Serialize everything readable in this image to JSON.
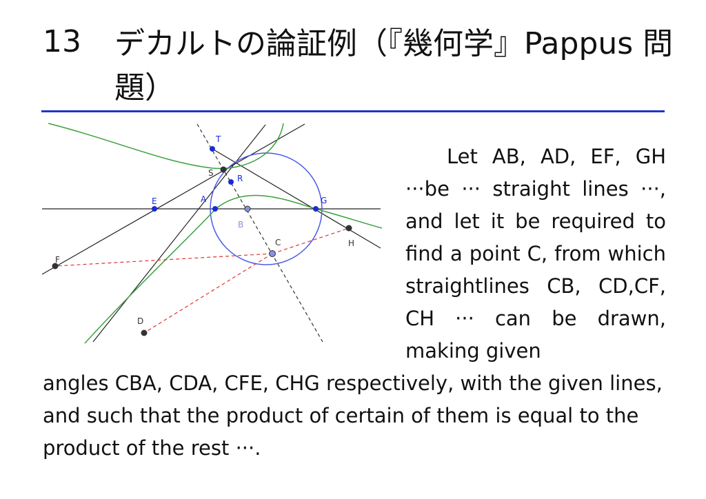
{
  "slide": {
    "number": "13",
    "title": "デカルトの論証例（『幾何学』Pappus 問題）"
  },
  "figure": {
    "point_labels": {
      "T": "T",
      "S": "S",
      "R": "R",
      "E": "E",
      "A": "A",
      "G": "G",
      "B": "B",
      "C": "C",
      "H": "H",
      "F": "F",
      "D": "D"
    },
    "colors": {
      "circle": "#4a5ae8",
      "curve": "#3aa03a",
      "dashed_red": "#e03030",
      "dashed_black": "#333333",
      "point_blue": "#1a2ad8",
      "point_dark": "#333333",
      "label_blue": "#4a5ae8"
    }
  },
  "body": {
    "side_text": "Let AB, AD, EF, GH ···be ··· straight lines ···, and let it be required to find a point C, from which straightlines CB, CD,CF, CH ··· can be drawn, making given",
    "bottom_text": "angles CBA, CDA, CFE, CHG respectively, with the given lines, and such that the product of certain of them is equal to the product of the rest ···."
  },
  "colors": {
    "title_rule": "#1f35c8",
    "text": "#111111"
  }
}
